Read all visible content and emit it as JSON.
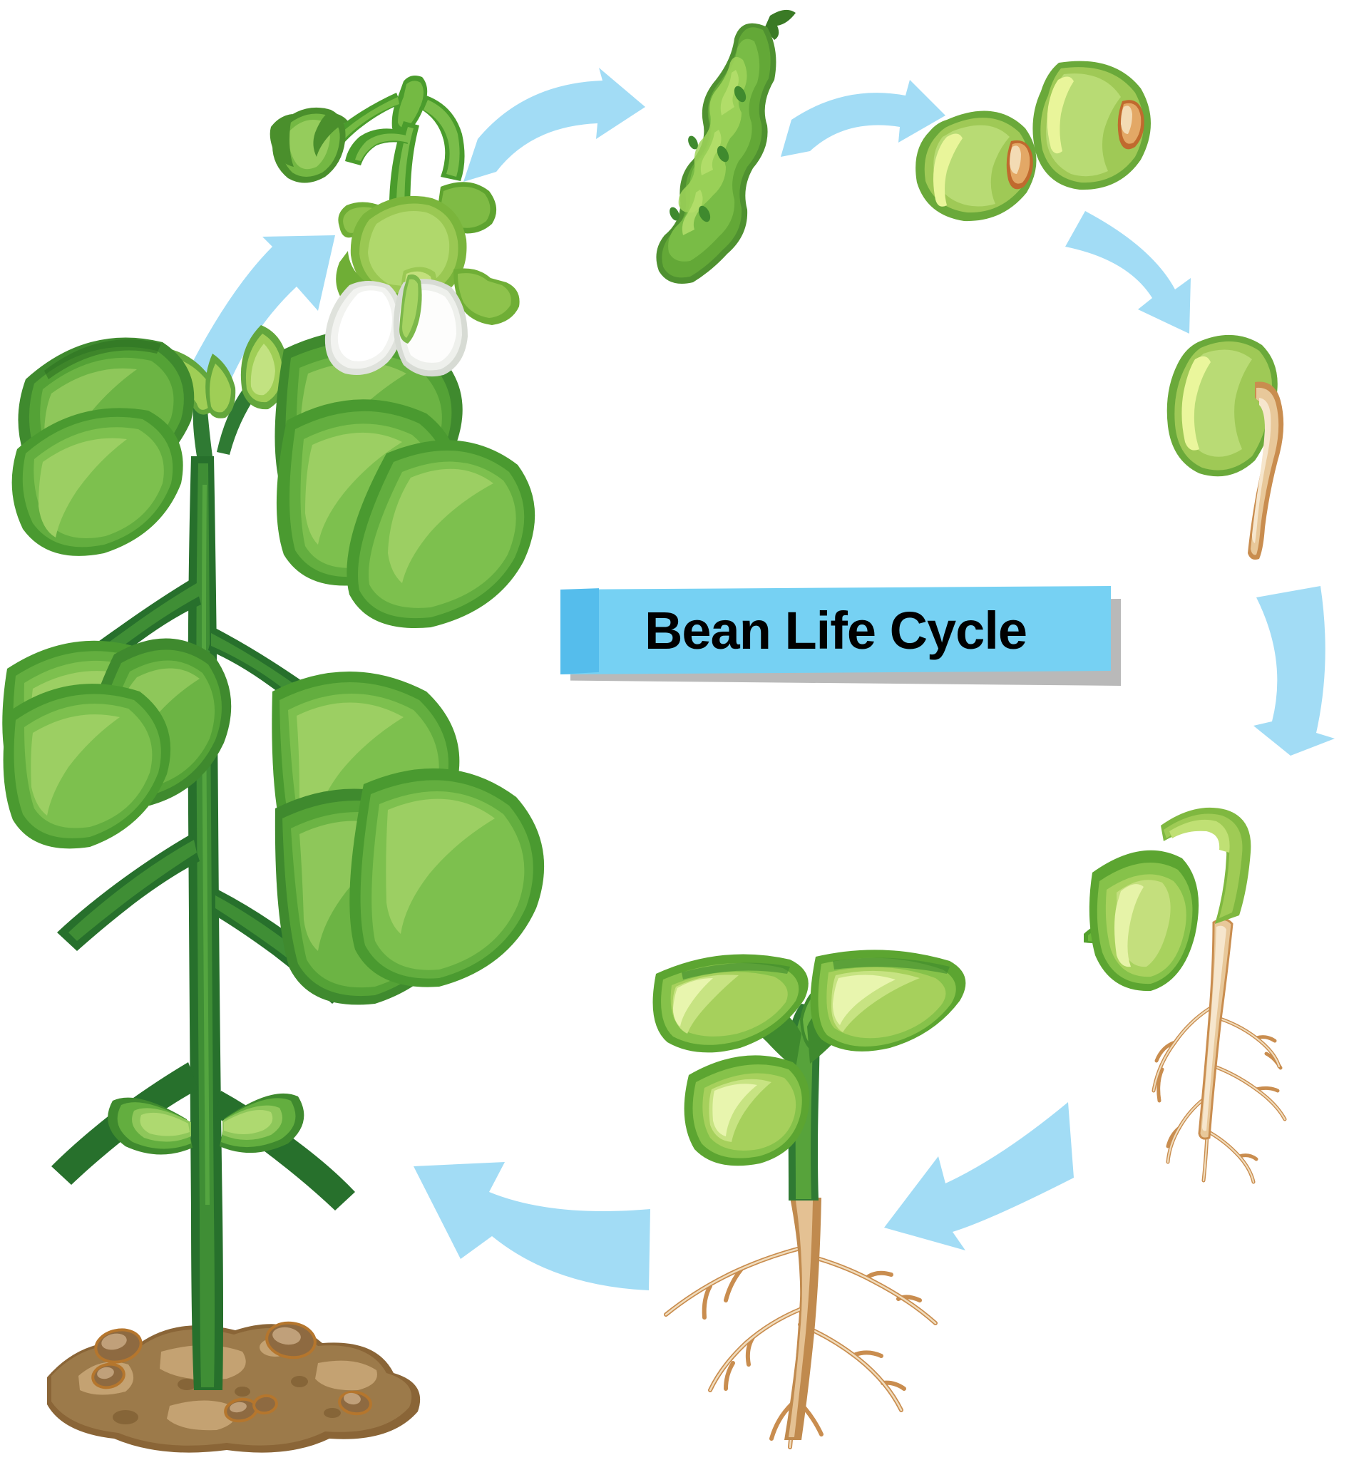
{
  "diagram": {
    "title": "Bean Life Cycle",
    "type": "circular life cycle diagram",
    "subject": "bean plant",
    "background_color": "#ffffff",
    "banner": {
      "label": "Bean Life Cycle",
      "fill_color": "#76d1f3",
      "edge_color": "#55bdec",
      "shadow_color": "#b9b9b9",
      "text_color": "#000000"
    },
    "arrow_color": "#a2dcf5",
    "palette": {
      "leaf_dark_green": "#3f8a2e",
      "leaf_mid_green": "#56a23a",
      "leaf_light_green": "#8bc34a",
      "pod_green": "#6fae36",
      "pod_highlight": "#a8d14f",
      "seed_green": "#9ec84f",
      "seed_highlight": "#c4e07a",
      "hilum_tan": "#e0a561",
      "root_tan": "#e8c89a",
      "root_brown": "#c98d4f",
      "stem_green": "#2f7a33",
      "soil_brown": "#9c7a4a",
      "soil_dark": "#8a6537",
      "soil_light": "#c4a272",
      "flower_white": "#f2f2f0"
    },
    "stages": [
      {
        "index": 1,
        "name": "seeds",
        "label": "Bean seeds",
        "description": "Two green bean seeds with tan hilum markings",
        "position": "top-right"
      },
      {
        "index": 2,
        "name": "germinating-seed",
        "label": "Germinating seed",
        "description": "Seed with emerging radicle root",
        "position": "right"
      },
      {
        "index": 3,
        "name": "seedling-with-roots",
        "label": "Seedling",
        "description": "Hypocotyl hook with cotyledon and branching root system",
        "position": "lower-right"
      },
      {
        "index": 4,
        "name": "young-plant",
        "label": "Young plant",
        "description": "Sprout with two true leaves, cotyledon and roots",
        "position": "bottom-center"
      },
      {
        "index": 5,
        "name": "mature-plant",
        "label": "Mature plant",
        "description": "Full leafy bean plant growing in soil",
        "position": "left"
      },
      {
        "index": 6,
        "name": "flower",
        "label": "Flower",
        "description": "White bean blossom with green sepals",
        "position": "top-left"
      },
      {
        "index": 7,
        "name": "bean-pod",
        "label": "Bean pod",
        "description": "Mature green bean pod",
        "position": "top-center"
      }
    ],
    "arrows": [
      {
        "name": "arrow-flower-to-pod",
        "from": "flower",
        "to": "bean-pod",
        "direction": "right"
      },
      {
        "name": "arrow-pod-to-seeds",
        "from": "bean-pod",
        "to": "seeds",
        "direction": "right"
      },
      {
        "name": "arrow-seeds-to-germinating",
        "from": "seeds",
        "to": "germinating-seed",
        "direction": "down-right"
      },
      {
        "name": "arrow-germinating-to-seedling",
        "from": "germinating-seed",
        "to": "seedling-with-roots",
        "direction": "down"
      },
      {
        "name": "arrow-seedling-to-young-plant",
        "from": "seedling-with-roots",
        "to": "young-plant",
        "direction": "down-left"
      },
      {
        "name": "arrow-young-to-mature",
        "from": "young-plant",
        "to": "mature-plant",
        "direction": "left"
      },
      {
        "name": "arrow-mature-to-flower",
        "from": "mature-plant",
        "to": "flower",
        "direction": "up-right"
      }
    ]
  }
}
